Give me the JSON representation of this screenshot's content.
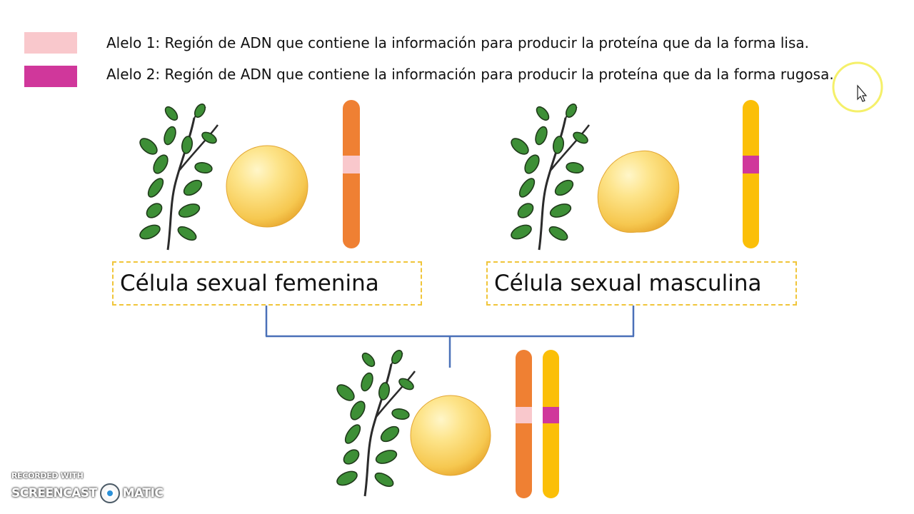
{
  "legend": {
    "allele1": {
      "text": "Alelo 1: Región de ADN que contiene la información para producir la proteína que da la forma lisa.",
      "color": "#f9c8cc"
    },
    "allele2": {
      "text": "Alelo 2: Región de ADN que contiene la información para producir la proteína que da la forma rugosa.",
      "color": "#d0379b"
    }
  },
  "female": {
    "label": "Célula sexual femenina",
    "chromosome_color": "#ef8033"
  },
  "male": {
    "label": "Célula sexual masculina",
    "chromosome_color": "#fbbf08"
  },
  "watermark": {
    "line1": "RECORDED WITH",
    "line2a": "SCREENCAST",
    "line2b": "MATIC"
  }
}
